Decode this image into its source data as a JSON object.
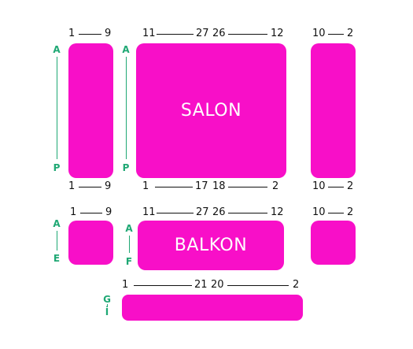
{
  "colors": {
    "block": "#f80fc8",
    "row_label": "#1fa874",
    "seat_numbers": "#111111"
  },
  "salon": {
    "name": "SALON",
    "left_block": {
      "top_start": "1",
      "top_end": "9",
      "bottom_start": "1",
      "bottom_end": "9",
      "row_first": "A",
      "row_last": "P"
    },
    "center_block": {
      "top_seg1_start": "11",
      "top_seg1_end": "27",
      "top_seg2_start": "26",
      "top_seg2_end": "12",
      "bottom_seg1_start": "1",
      "bottom_seg1_end": "17",
      "bottom_seg2_start": "18",
      "bottom_seg2_end": "2",
      "row_first": "A",
      "row_last": "P"
    },
    "right_block": {
      "top_start": "10",
      "top_end": "2",
      "bottom_start": "10",
      "bottom_end": "2"
    }
  },
  "balkon": {
    "name": "BALKON",
    "left_block": {
      "top_start": "1",
      "top_end": "9",
      "row_first": "A",
      "row_last": "E"
    },
    "center_block": {
      "top_seg1_start": "11",
      "top_seg1_end": "27",
      "top_seg2_start": "26",
      "top_seg2_end": "12",
      "row_first": "A",
      "row_last": "F"
    },
    "right_block": {
      "top_start": "10",
      "top_end": "2"
    }
  },
  "gallery": {
    "top_seg1_start": "1",
    "top_seg1_end": "21",
    "top_seg2_start": "20",
    "top_seg2_end": "2",
    "row_first": "G",
    "row_last": "İ"
  }
}
